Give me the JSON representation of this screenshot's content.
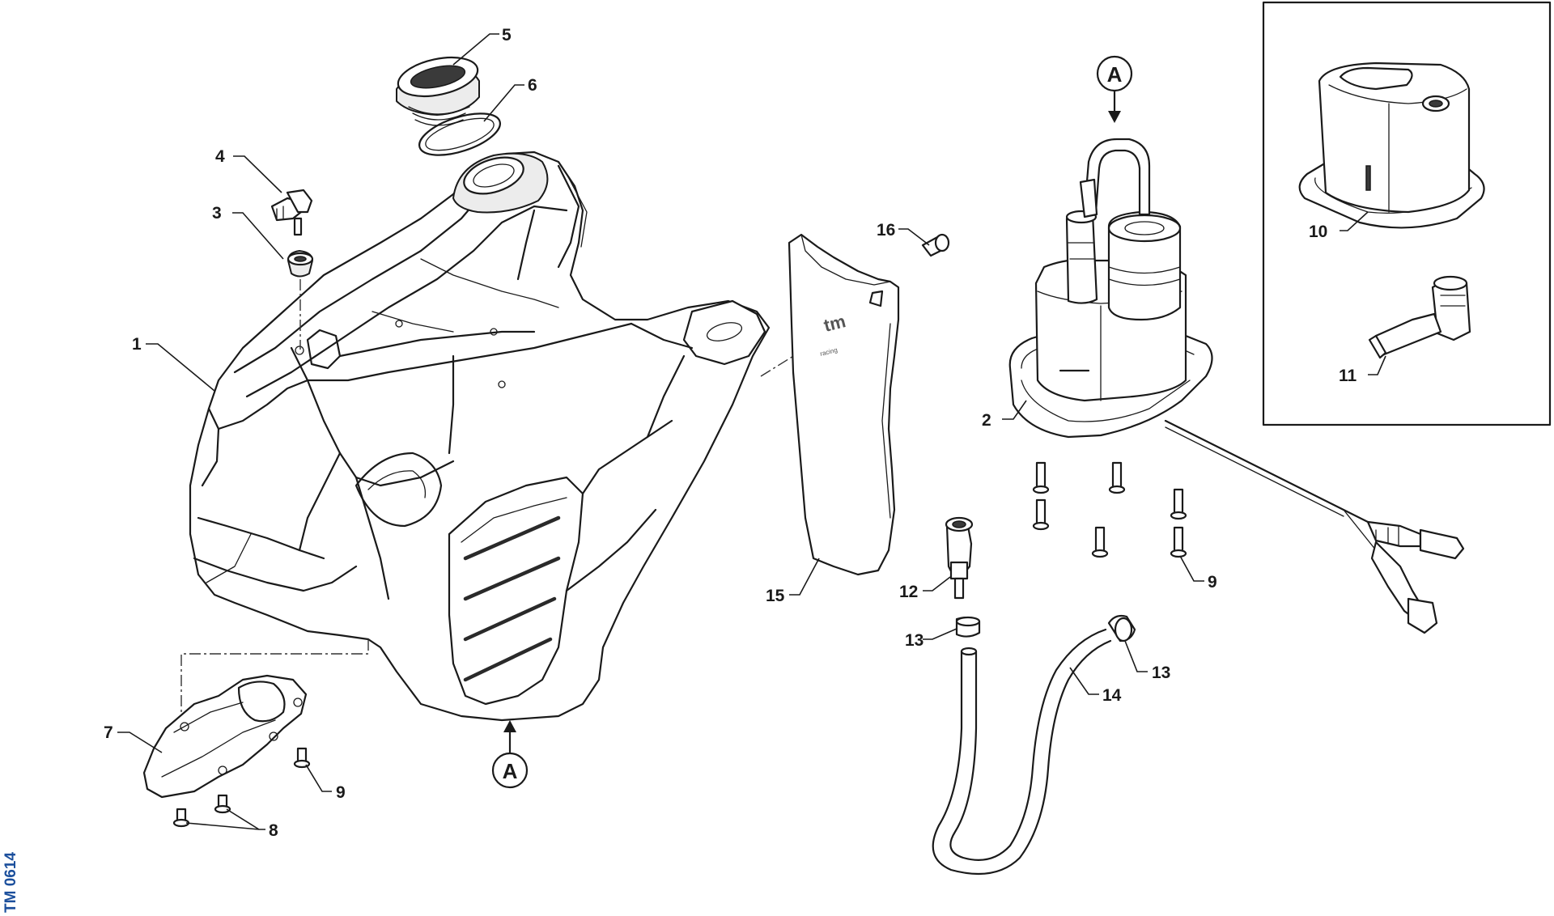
{
  "diagram": {
    "drawing_code": "TM 0614",
    "view_marker": "A",
    "inset_frame": true,
    "callouts": {
      "c1": "1",
      "c2": "2",
      "c3": "3",
      "c4": "4",
      "c5": "5",
      "c6": "6",
      "c7": "7",
      "c8": "8",
      "c9a": "9",
      "c9b": "9",
      "c10": "10",
      "c11": "11",
      "c12": "12",
      "c13a": "13",
      "c13b": "13",
      "c14": "14",
      "c15": "15",
      "c16": "16"
    },
    "colors": {
      "line": "#1a1a1a",
      "code_text": "#1b4f9c",
      "background": "#ffffff"
    }
  }
}
